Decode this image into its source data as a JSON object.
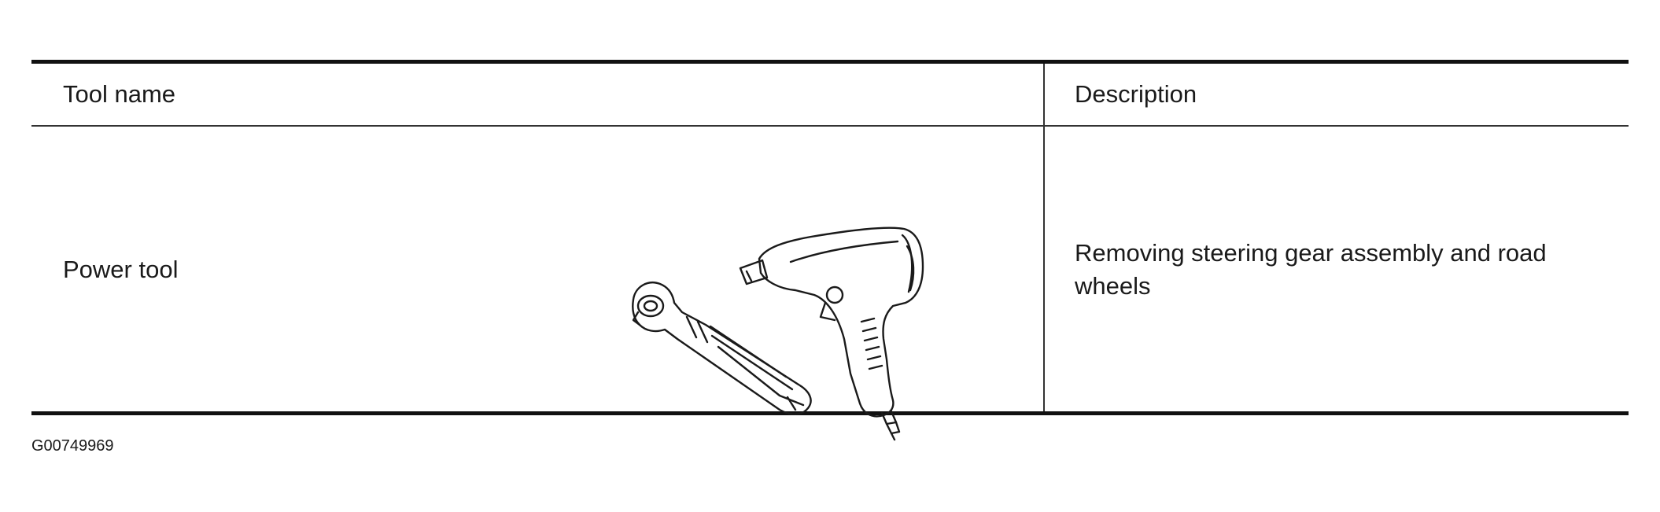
{
  "table": {
    "headers": {
      "tool_name": "Tool name",
      "description": "Description"
    },
    "rows": [
      {
        "tool_name": "Power tool",
        "description": "Removing steering gear assembly and road wheels",
        "illustration": "power-tool-icon"
      }
    ]
  },
  "figure_id": "G00749969"
}
